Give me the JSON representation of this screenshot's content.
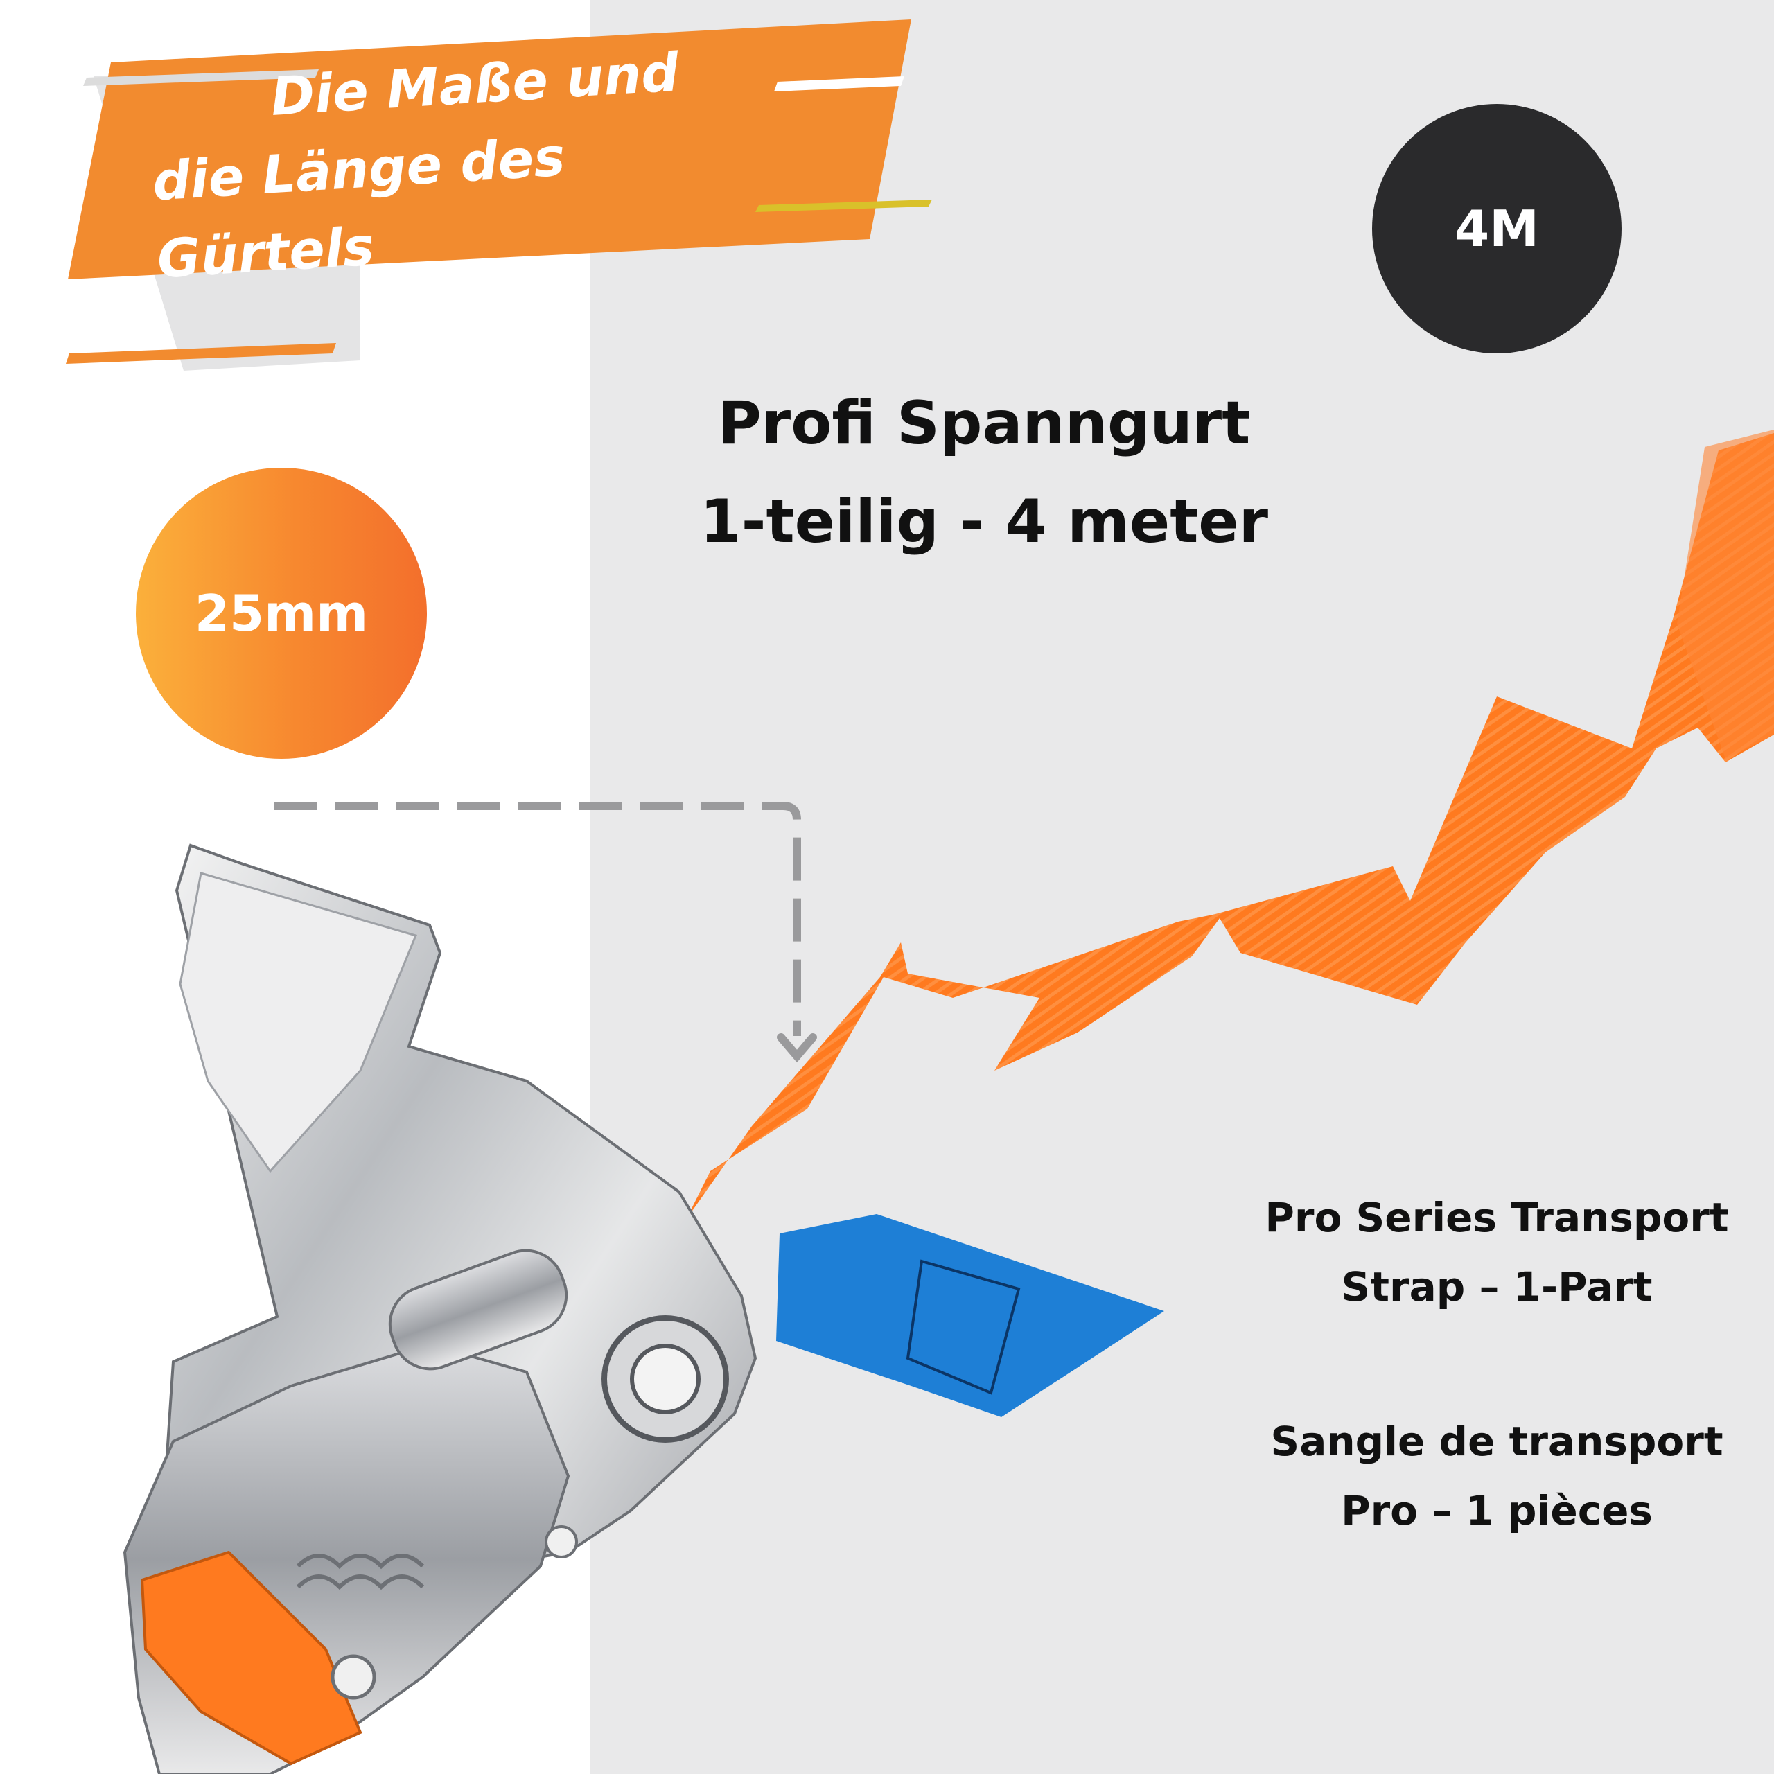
{
  "banner": {
    "line1": "Die Maße und",
    "line2": "die Länge des Gürtels"
  },
  "length_badge": {
    "label": "4M"
  },
  "width_badge": {
    "label": "25mm"
  },
  "title": {
    "line1": "Profi Spanngurt",
    "line2": "1-teilig - 4 meter"
  },
  "description_en": {
    "line1": "Pro Series Transport",
    "line2": "Strap – 1-Part"
  },
  "description_fr": {
    "line1": "Sangle de transport",
    "line2": "Pro – 1 pièces"
  },
  "colors": {
    "orange": "#f7882f",
    "dark": "#2a2a2c",
    "background_right": "#e9e9ea",
    "label_blue": "#1e7fd6"
  }
}
